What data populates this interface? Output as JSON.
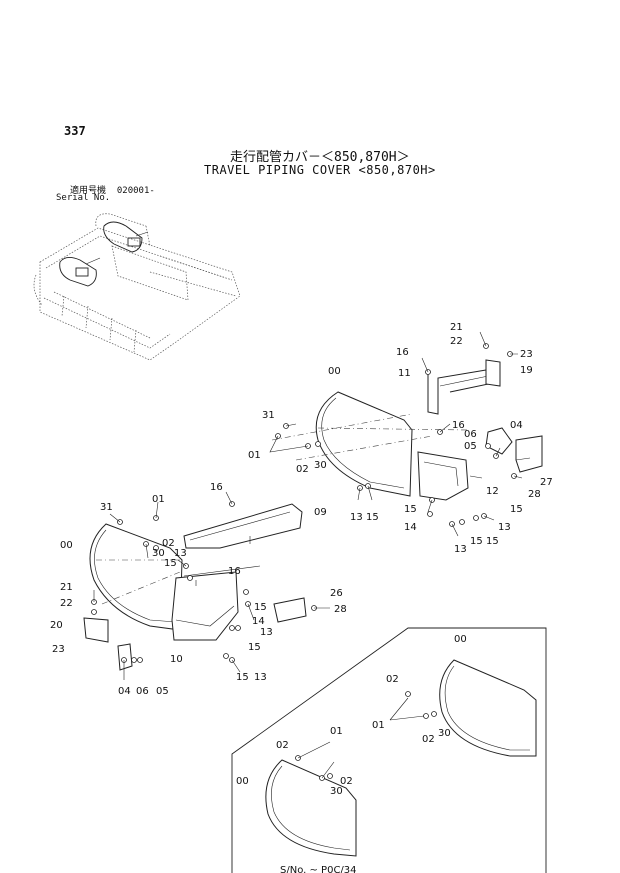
{
  "header": {
    "page_number": "337",
    "title_jp": "走行配管カバ－＜850,870H＞",
    "title_en": "TRAVEL PIPING COVER <850,870H>",
    "serial_label_jp": "適用号機",
    "serial_value": "020001-",
    "serial_label_en": "Serial No."
  },
  "callouts": {
    "c00": "00",
    "c01": "01",
    "c02": "02",
    "c04": "04",
    "c05": "05",
    "c06": "06",
    "c09": "09",
    "c10": "10",
    "c11": "11",
    "c12": "12",
    "c13": "13",
    "c14": "14",
    "c15": "15",
    "c16": "16",
    "c19": "19",
    "c20": "20",
    "c21": "21",
    "c22": "22",
    "c23": "23",
    "c26": "26",
    "c27": "27",
    "c28": "28",
    "c30": "30",
    "c31": "31"
  },
  "footer_fragment": "S/No. ~ P0C/34"
}
